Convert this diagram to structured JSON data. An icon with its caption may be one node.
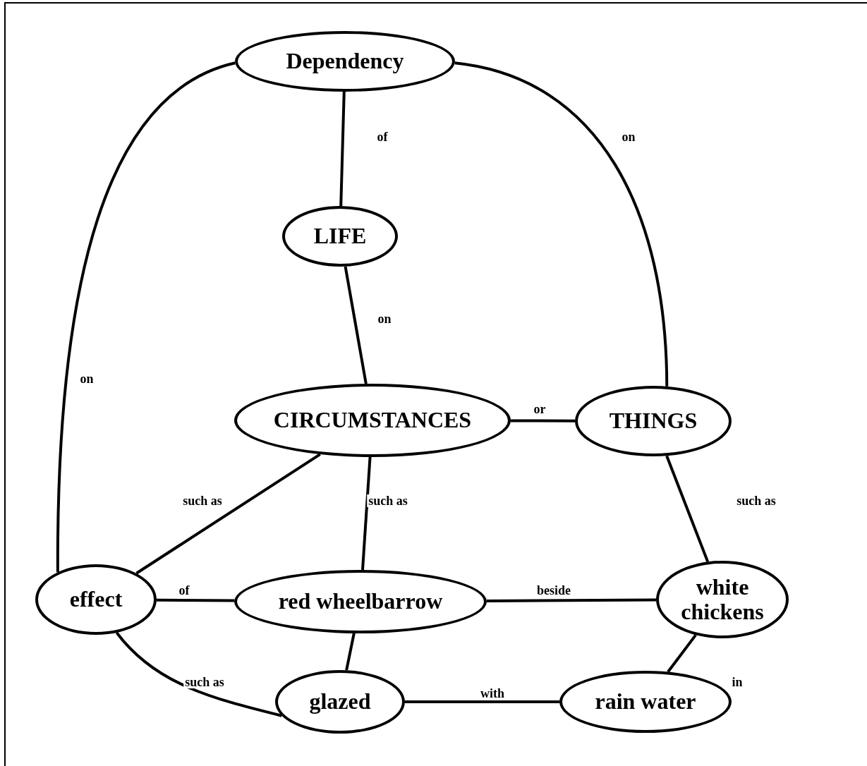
{
  "diagram": {
    "nodes": [
      {
        "text": [
          "Dependency"
        ]
      },
      {
        "text": [
          "LIFE"
        ]
      },
      {
        "text": [
          "CIRCUMSTANCES"
        ]
      },
      {
        "text": [
          "THINGS"
        ]
      },
      {
        "text": [
          "effect"
        ]
      },
      {
        "text": [
          "red wheelbarrow"
        ]
      },
      {
        "text": [
          "white chickens"
        ]
      },
      {
        "text": [
          "glazed"
        ]
      },
      {
        "text": [
          "rain water"
        ]
      }
    ],
    "edges": [
      {
        "from": 0,
        "to": 1,
        "arrow": "none",
        "label": "of"
      },
      {
        "from": 1,
        "to": 2,
        "arrow": "none",
        "label": "on"
      },
      {
        "from": 0,
        "to": 3,
        "arrow": "none",
        "label": "on"
      },
      {
        "from": 0,
        "to": 4,
        "arrow": "none",
        "label": "on"
      },
      {
        "from": 2,
        "to": 3,
        "arrow": "none",
        "label": "or"
      },
      {
        "from": 2,
        "to": 4,
        "arrow": "none",
        "label": "such as"
      },
      {
        "from": 2,
        "to": 5,
        "arrow": "none",
        "label": "such as"
      },
      {
        "from": 3,
        "to": 6,
        "arrow": "none",
        "label": "such as"
      },
      {
        "from": 4,
        "to": 5,
        "arrow": "none",
        "label": "of"
      },
      {
        "from": 5,
        "to": 6,
        "arrow": "none",
        "label": "beside"
      },
      {
        "from": 5,
        "to": 7,
        "arrow": "none"
      },
      {
        "from": 4,
        "to": 7,
        "arrow": "none",
        "label": "such as"
      },
      {
        "from": 8,
        "to": 6,
        "arrow": "none",
        "label": "in"
      },
      {
        "from": 7,
        "to": 8,
        "arrow": "none",
        "label": "with"
      }
    ]
  }
}
